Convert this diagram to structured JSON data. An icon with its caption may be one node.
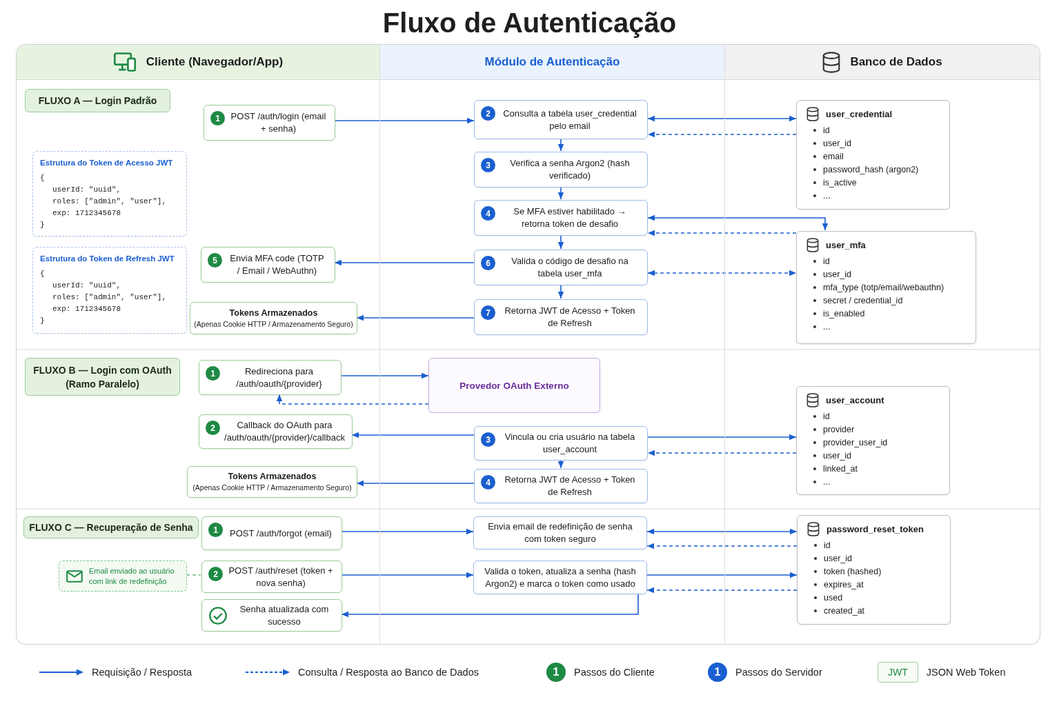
{
  "diagram": {
    "title": "Fluxo de Autenticação",
    "nodes": [
      {
        "text": [
          "Cliente (Navegador/App)"
        ]
      },
      {
        "text": [
          "Módulo de Autenticação"
        ]
      },
      {
        "text": [
          "Banco de Dados"
        ]
      },
      {
        "text": [
          "FLUXO A — Login Padrão"
        ],
        "in": 0
      },
      {
        "text": [
          "1",
          "POST /auth/login (email + senha)"
        ],
        "in": 0
      },
      {
        "text": [
          "2",
          "Consulta a tabela user_credential pelo email"
        ],
        "in": 1
      },
      {
        "text": [
          "user_credential",
          "id",
          "user_id",
          "email",
          "password_hash (argon2)",
          "is_active",
          "..."
        ],
        "in": 2
      },
      {
        "text": [
          "Estrutura do Token de Acesso JWT",
          "{",
          "userId: \"uuid\",",
          "roles: [\"admin\", \"user\"],",
          "exp: 1712345678",
          "}"
        ],
        "in": 0
      },
      {
        "text": [
          "3",
          "Verifica a senha Argon2 (hash verificado)"
        ],
        "in": 1
      },
      {
        "text": [
          "4",
          "Se MFA estiver habilitado → retorna token de desafio"
        ],
        "in": 1
      },
      {
        "text": [
          "user_mfa",
          "id",
          "user_id",
          "mfa_type (totp/email/webauthn)",
          "secret / credential_id",
          "is_enabled",
          "..."
        ],
        "in": 2
      },
      {
        "text": [
          "Estrutura do Token de Refresh JWT",
          "{",
          "userId: \"uuid\",",
          "roles: [\"admin\", \"user\"],",
          "exp: 1712345678",
          "}"
        ],
        "in": 0
      },
      {
        "text": [
          "5",
          "Envia MFA code (TOTP / Email / WebAuthn)"
        ],
        "in": 0
      },
      {
        "text": [
          "6",
          "Valida o código de desafio na tabela user_mfa"
        ],
        "in": 1
      },
      {
        "text": [
          "Tokens Armazenados",
          "(Apenas Cookie HTTP / Armazenamento Seguro)"
        ],
        "in": 0
      },
      {
        "text": [
          "7",
          "Retorna JWT de Acesso + Token de Refresh"
        ],
        "in": 1
      },
      {
        "text": [
          "FLUXO B — Login com OAuth (Ramo Paralelo)"
        ],
        "in": 0
      },
      {
        "text": [
          "1",
          "Redireciona para /auth/oauth/{provider}"
        ],
        "in": 0
      },
      {
        "text": [
          "Provedor OAuth Externo"
        ],
        "in": 1
      },
      {
        "text": [
          "user_account",
          "id",
          "provider",
          "provider_user_id",
          "user_id",
          "linked_at",
          "..."
        ],
        "in": 2
      },
      {
        "text": [
          "2",
          "Callback do OAuth para /auth/oauth/{provider}/callback"
        ],
        "in": 0
      },
      {
        "text": [
          "3",
          "Vincula ou cria usuário na tabela user_account"
        ],
        "in": 1
      },
      {
        "text": [
          "Tokens Armazenados",
          "(Apenas Cookie HTTP / Armazenamento Seguro)"
        ],
        "in": 0
      },
      {
        "text": [
          "4",
          "Retorna JWT de Acesso + Token de Refresh"
        ],
        "in": 1
      },
      {
        "text": [
          "FLUXO C — Recuperação de Senha"
        ],
        "in": 0
      },
      {
        "text": [
          "1",
          "POST /auth/forgot (email)"
        ],
        "in": 0
      },
      {
        "text": [
          "Envia email de redefinição de senha com token seguro"
        ],
        "in": 1
      },
      {
        "text": [
          "password_reset_token",
          "id",
          "user_id",
          "token (hashed)",
          "expires_at",
          "used",
          "created_at"
        ],
        "in": 2
      },
      {
        "text": [
          "Email enviado ao usuário com link de redefinição"
        ],
        "in": 0
      },
      {
        "text": [
          "2",
          "POST /auth/reset (token + nova senha)"
        ],
        "in": 0
      },
      {
        "text": [
          "Valida o token, atualiza a senha (hash Argon2) e marca o token como usado"
        ],
        "in": 1
      },
      {
        "text": [
          "Senha atualizada com sucesso"
        ],
        "in": 0
      }
    ],
    "edges": [
      {
        "from": 4,
        "to": 5,
        "arrow": "to"
      },
      {
        "from": 5,
        "to": 6,
        "arrow": "both"
      },
      {
        "from": 6,
        "to": 5,
        "arrow": "to",
        "style": "dashed"
      },
      {
        "from": 5,
        "to": 8,
        "arrow": "to"
      },
      {
        "from": 8,
        "to": 9,
        "arrow": "to"
      },
      {
        "from": 9,
        "to": 10,
        "arrow": "both"
      },
      {
        "from": 10,
        "to": 9,
        "arrow": "to",
        "style": "dashed"
      },
      {
        "from": 9,
        "to": 13,
        "arrow": "to"
      },
      {
        "from": 13,
        "to": 10,
        "arrow": "both",
        "style": "dashed"
      },
      {
        "from": 13,
        "to": 12,
        "arrow": "to"
      },
      {
        "from": 13,
        "to": 15,
        "arrow": "to"
      },
      {
        "from": 15,
        "to": 14,
        "arrow": "to"
      },
      {
        "from": 17,
        "to": 18,
        "arrow": "to"
      },
      {
        "from": 18,
        "to": 17,
        "arrow": "to",
        "style": "dashed"
      },
      {
        "from": 21,
        "to": 20,
        "arrow": "to"
      },
      {
        "from": 21,
        "to": 19,
        "arrow": "to"
      },
      {
        "from": 19,
        "to": 21,
        "arrow": "to",
        "style": "dashed"
      },
      {
        "from": 21,
        "to": 23,
        "arrow": "to"
      },
      {
        "from": 23,
        "to": 22,
        "arrow": "to"
      },
      {
        "from": 25,
        "to": 26,
        "arrow": "to"
      },
      {
        "from": 26,
        "to": 27,
        "arrow": "both"
      },
      {
        "from": 27,
        "to": 26,
        "arrow": "to",
        "style": "dashed"
      },
      {
        "from": 28,
        "to": 29,
        "arrow": "none",
        "style": "dashed",
        "color": "#6dbb7f"
      },
      {
        "from": 29,
        "to": 30,
        "arrow": "to"
      },
      {
        "from": 30,
        "to": 27,
        "arrow": "to"
      },
      {
        "from": 27,
        "to": 30,
        "arrow": "to",
        "style": "dashed"
      },
      {
        "from": 30,
        "to": 31,
        "arrow": "to"
      }
    ],
    "labels": [
      "1",
      "1",
      "JWT"
    ],
    "legend": [
      {
        "text": "Requisição / Resposta"
      },
      {
        "text": "Consulta / Resposta ao Banco de Dados"
      },
      {
        "text": "Passos do Cliente",
        "color": "#1e8a44"
      },
      {
        "text": "Passos do Servidor",
        "color": "#1a5fd0"
      },
      {
        "text": "JSON Web Token"
      }
    ]
  }
}
